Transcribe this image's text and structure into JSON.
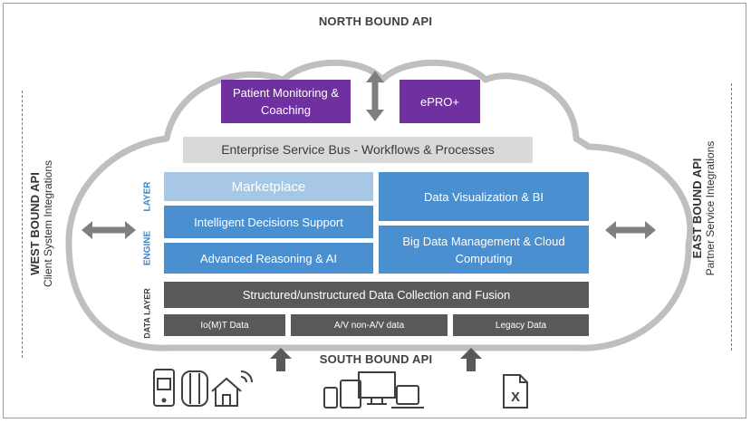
{
  "apis": {
    "north": "NORTH BOUND API",
    "south": "SOUTH BOUND API",
    "west": "WEST BOUND API",
    "west_sub": "Client System Integrations",
    "east": "EAST BOUND API",
    "east_sub": "Partner Service Integrations"
  },
  "top_apps": {
    "patient_monitoring": "Patient Monitoring & Coaching",
    "epro": "ePRO+"
  },
  "esb": "Enterprise Service Bus - Workflows & Processes",
  "engine_layer": {
    "label_engine": "ENGINE",
    "label_layer": "LAYER",
    "marketplace": "Marketplace",
    "intelligent_decisions": "Intelligent Decisions Support",
    "advanced_reasoning": "Advanced Reasoning & AI",
    "data_visualization": "Data Visualization & BI",
    "big_data": "Big Data Management & Cloud Computing"
  },
  "data_layer": {
    "label": "DATA LAYER",
    "collection": "Structured/unstructured Data Collection and Fusion",
    "sources": [
      "Io(M)T Data",
      "A/V non-A/V data",
      "Legacy Data"
    ]
  },
  "colors": {
    "purple": "#7030a0",
    "blue": "#4a8fcf",
    "light_blue": "#a6c8e6",
    "dark_gray": "#595959",
    "esb_gray": "#d9d9d9",
    "frame_blue": "#6fa8dc"
  },
  "icons": {
    "devices_left": [
      "smartphone-icon",
      "smartwatch-icon",
      "smart-home-icon"
    ],
    "devices_center": [
      "multi-device-icon"
    ],
    "devices_right": [
      "excel-file-icon"
    ]
  }
}
